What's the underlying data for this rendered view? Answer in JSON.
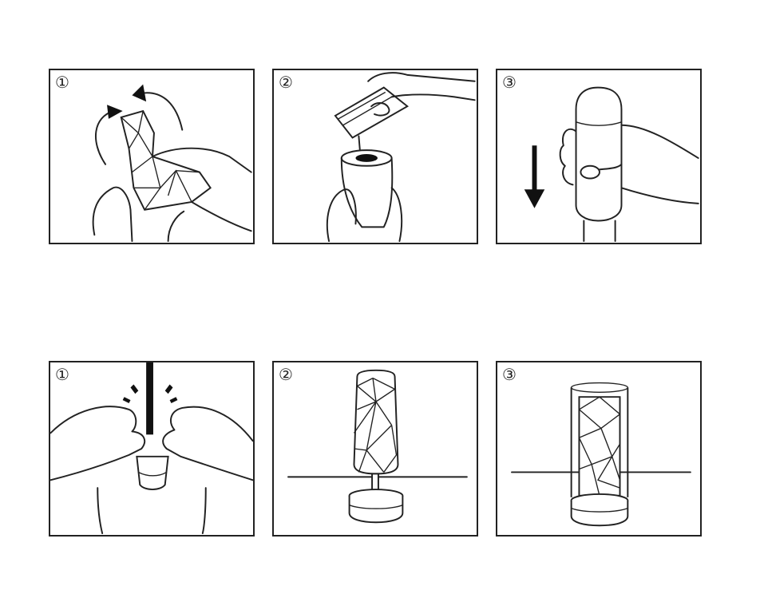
{
  "steps_top": [
    {
      "number": "①",
      "icon": "crumple-sleeve-icon"
    },
    {
      "number": "②",
      "icon": "pour-lubricant-icon"
    },
    {
      "number": "③",
      "icon": "press-down-icon"
    }
  ],
  "steps_bottom": [
    {
      "number": "①",
      "icon": "rinse-inner-icon"
    },
    {
      "number": "②",
      "icon": "dry-on-stand-icon"
    },
    {
      "number": "③",
      "icon": "store-in-case-icon"
    }
  ],
  "colors": {
    "ink": "#222222",
    "background": "#ffffff"
  }
}
